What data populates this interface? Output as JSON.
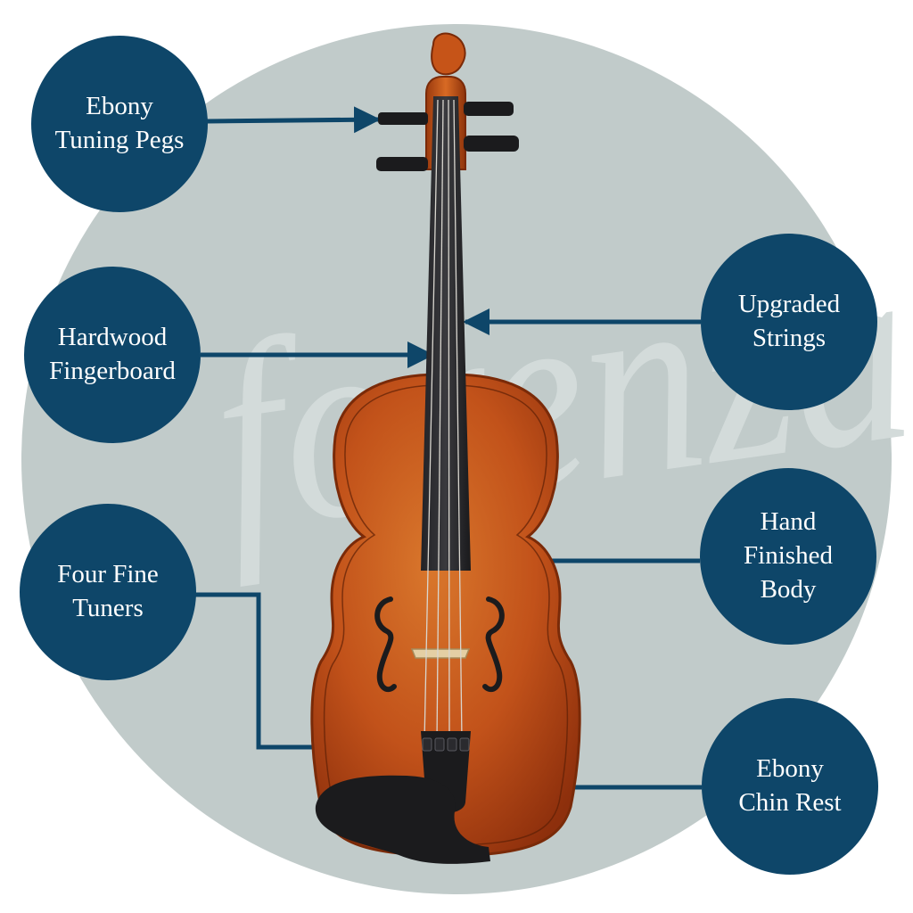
{
  "colors": {
    "background_circle": "#c1cbca",
    "callout": "#0e4669",
    "leader_line": "#0e4669",
    "watermark": "#d3dbda",
    "violin_wood": "#c2521a",
    "ebony": "#1b1b1d"
  },
  "watermark": {
    "text": "forenza"
  },
  "callouts": {
    "tuning_pegs": {
      "lines": [
        "Ebony",
        "Tuning Pegs"
      ]
    },
    "fingerboard": {
      "lines": [
        "Hardwood",
        "Fingerboard"
      ]
    },
    "fine_tuners": {
      "lines": [
        "Four Fine",
        "Tuners"
      ]
    },
    "strings": {
      "lines": [
        "Upgraded",
        "Strings"
      ]
    },
    "body": {
      "lines": [
        "Hand",
        "Finished",
        "Body"
      ]
    },
    "chin_rest": {
      "lines": [
        "Ebony",
        "Chin Rest"
      ]
    }
  }
}
